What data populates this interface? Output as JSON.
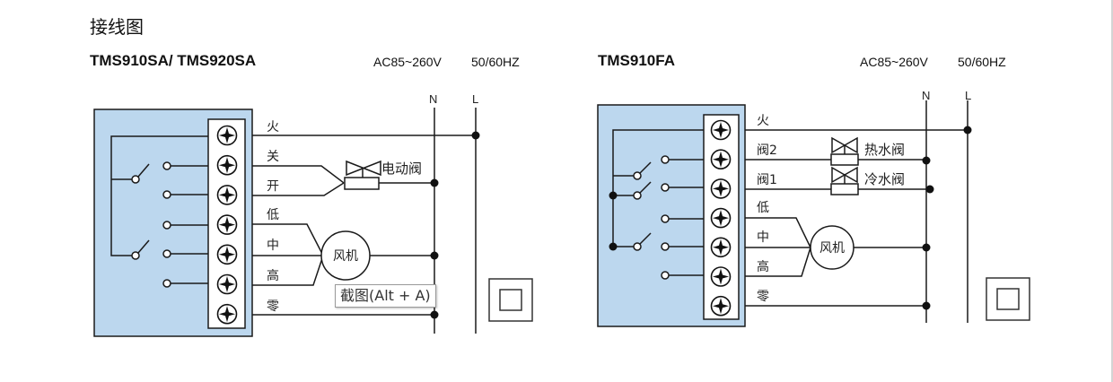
{
  "page_title": "接线图",
  "colors": {
    "panel_fill": "#bcd7ee",
    "line": "#1a1a1a"
  },
  "diagrams": [
    {
      "model": "TMS910SA/ TMS920SA",
      "voltage": "AC85~260V",
      "frequency": "50/60HZ",
      "bus_labels": {
        "n": "N",
        "l": "L"
      },
      "terminals": [
        "火",
        "关",
        "开",
        "低",
        "中",
        "高",
        "零"
      ],
      "valve_label": "电动阀",
      "fan_label": "风机"
    },
    {
      "model": "TMS910FA",
      "voltage": "AC85~260V",
      "frequency": "50/60HZ",
      "bus_labels": {
        "n": "N",
        "l": "L"
      },
      "terminals": [
        "火",
        "阀2",
        "阀1",
        "低",
        "中",
        "高",
        "零"
      ],
      "valve_labels": [
        "热水阀",
        "冷水阀"
      ],
      "fan_label": "风机"
    }
  ],
  "tooltip": "截图(Alt + A)"
}
